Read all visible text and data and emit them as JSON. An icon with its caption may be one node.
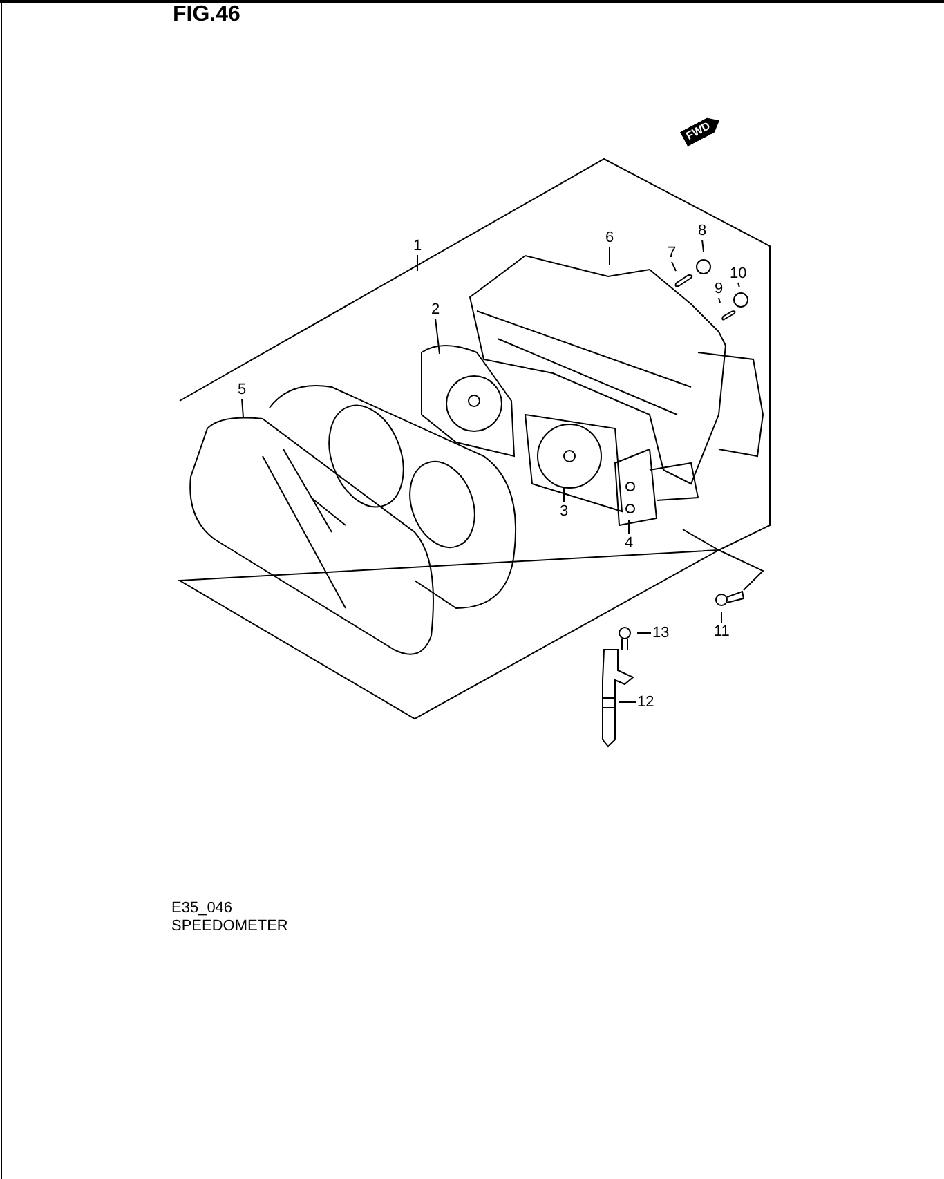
{
  "diagram": {
    "nodes": [
      {
        "text": [
          "1"
        ]
      },
      {
        "text": [
          "2"
        ]
      },
      {
        "text": [
          "3"
        ]
      },
      {
        "text": [
          "4"
        ]
      },
      {
        "text": [
          "5"
        ]
      },
      {
        "text": [
          "6"
        ]
      },
      {
        "text": [
          "7"
        ]
      },
      {
        "text": [
          "8"
        ]
      },
      {
        "text": [
          "9"
        ]
      },
      {
        "text": [
          "10"
        ]
      },
      {
        "text": [
          "11"
        ]
      },
      {
        "text": [
          "12"
        ]
      },
      {
        "text": [
          "13"
        ]
      }
    ],
    "edges": [
      {
        "from": 0,
        "to": null,
        "arrow": "none"
      },
      {
        "from": 1,
        "to": null,
        "arrow": "none"
      },
      {
        "from": 2,
        "to": null,
        "arrow": "none"
      },
      {
        "from": 3,
        "to": null,
        "arrow": "none"
      },
      {
        "from": 4,
        "to": null,
        "arrow": "none"
      },
      {
        "from": 5,
        "to": null,
        "arrow": "none"
      },
      {
        "from": 6,
        "to": null,
        "arrow": "none"
      },
      {
        "from": 7,
        "to": null,
        "arrow": "none"
      },
      {
        "from": 8,
        "to": null,
        "arrow": "none"
      },
      {
        "from": 9,
        "to": null,
        "arrow": "none"
      },
      {
        "from": 10,
        "to": null,
        "arrow": "none"
      },
      {
        "from": 11,
        "to": null,
        "arrow": "none"
      },
      {
        "from": 12,
        "to": null,
        "arrow": "none"
      }
    ],
    "labels": [
      "FIG.46",
      "FWD",
      "E35_046",
      "SPEEDOMETER"
    ]
  }
}
